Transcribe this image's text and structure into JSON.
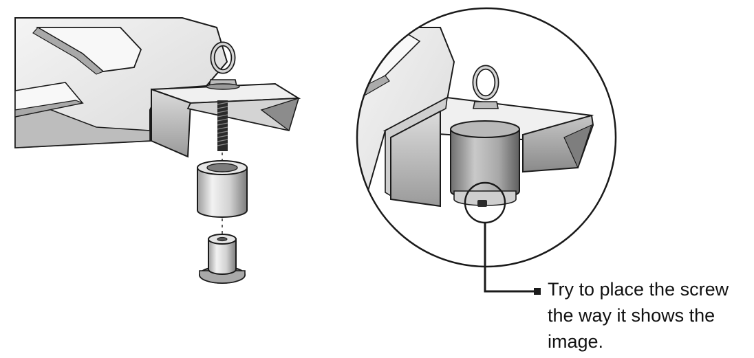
{
  "callout": {
    "lines": [
      "Try to place the screw",
      "the way it shows the",
      "image."
    ]
  },
  "colors": {
    "outline": "#1a1a1a",
    "metal_light": "#eeeeee",
    "metal_mid": "#cfcfcf",
    "metal_dark": "#8e8e8e"
  }
}
